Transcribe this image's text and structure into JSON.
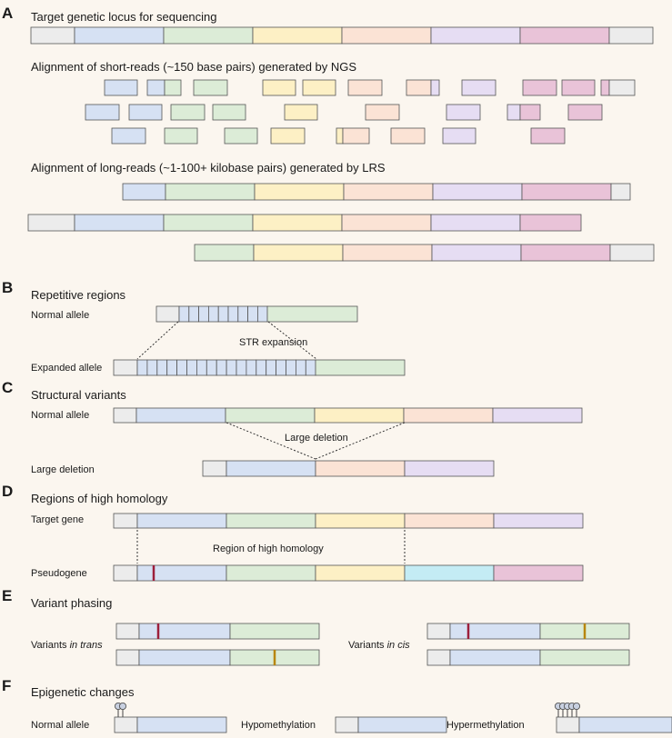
{
  "colors": {
    "grey": "#ececec",
    "blue": "#d6e1f3",
    "green": "#dcecd7",
    "yellow": "#fdf0c5",
    "peach": "#fbe3d5",
    "lavender": "#e6ddf3",
    "pink": "#e9c3d8",
    "cyan": "#c4ecf4",
    "stroke": "#555555",
    "variant_red": "#9c1f3a",
    "variant_orange": "#b8860b",
    "methyl": "#c8d0e0"
  },
  "panels": {
    "A": {
      "letter": "A",
      "title": "Target genetic locus for sequencing",
      "short_reads_label": "Alignment of short-reads (~150 base pairs) generated by NGS",
      "long_reads_label": "Alignment of long-reads (~1-100+ kilobase pairs) generated by LRS"
    },
    "B": {
      "letter": "B",
      "title": "Repetitive regions",
      "normal_label": "Normal allele",
      "expanded_label": "Expanded allele",
      "annotation": "STR expansion"
    },
    "C": {
      "letter": "C",
      "title": "Structural variants",
      "normal_label": "Normal allele",
      "deletion_label": "Large deletion",
      "annotation": "Large deletion"
    },
    "D": {
      "letter": "D",
      "title": "Regions of high homology",
      "target_label": "Target gene",
      "pseudo_label": "Pseudogene",
      "annotation": "Region of high homology"
    },
    "E": {
      "letter": "E",
      "title": "Variant phasing",
      "trans_prefix": "Variants ",
      "trans_italic": "in trans",
      "cis_prefix": "Variants ",
      "cis_italic": "in cis"
    },
    "F": {
      "letter": "F",
      "title": "Epigenetic changes",
      "normal_label": "Normal allele",
      "hypo_label": "Hypomethylation",
      "hyper_label": "Hypermethylation"
    }
  }
}
